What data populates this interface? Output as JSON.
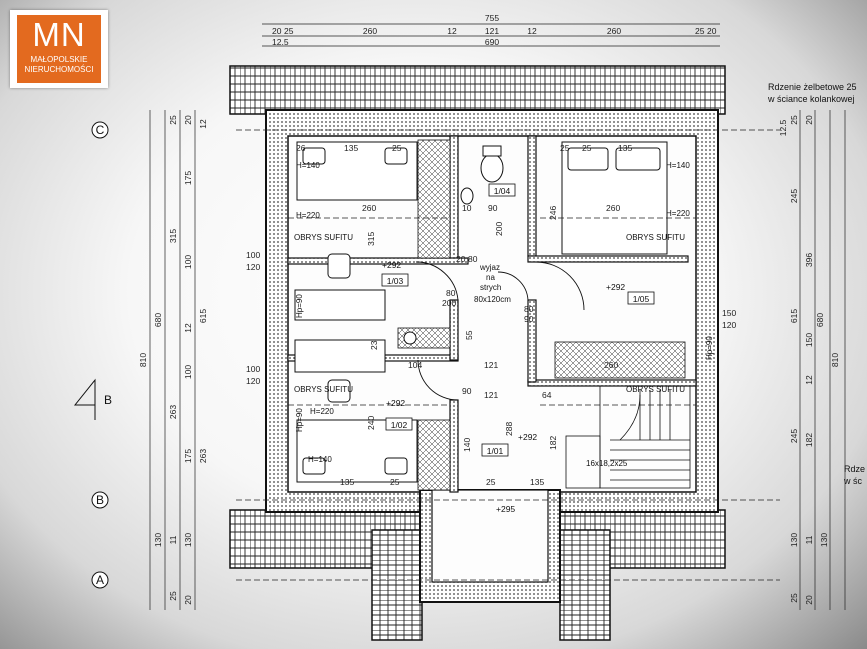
{
  "logo": {
    "mark": "MN",
    "line1": "MAŁOPOLSKIE",
    "line2": "NIERUCHOMOŚCI",
    "color": "#e36a1f"
  },
  "axes": {
    "c": "C",
    "b": "B",
    "a": "A",
    "section": "B"
  },
  "notes": {
    "top_right_1": "Rdzenie żelbetowe 25",
    "top_right_2": "w ściance kolankowej",
    "right_1": "Rdze",
    "right_2": "w śc"
  },
  "top_dims": {
    "total": "755",
    "seg": [
      "20",
      "25",
      "260",
      "12",
      "121",
      "12",
      "260",
      "25",
      "20"
    ],
    "inner": "690",
    "small": "12.5"
  },
  "left_dims": {
    "outer": "810",
    "mid": "680",
    "a": [
      "315",
      "175",
      "100",
      "12",
      "100",
      "263",
      "175"
    ],
    "b": [
      "25",
      "20",
      "12"
    ],
    "bottom": [
      "130",
      "11",
      "130",
      "25",
      "20"
    ],
    "c": "615",
    "d": "263"
  },
  "right_dims": {
    "outer": "810",
    "mid": "680",
    "a": [
      "245",
      "396",
      "615",
      "150",
      "12",
      "245",
      "182"
    ],
    "b": [
      "25",
      "20",
      "12.5"
    ],
    "bottom": [
      "130",
      "11",
      "130",
      "25",
      "20"
    ]
  },
  "rooms": {
    "r103": {
      "id": "1/03",
      "level": "+292"
    },
    "r104": {
      "id": "1/04"
    },
    "r105": {
      "id": "1/05",
      "level": "+292"
    },
    "r102": {
      "id": "1/02",
      "level": "+292"
    },
    "r101": {
      "id": "1/01",
      "level": "+292"
    },
    "balcony": {
      "level": "+295"
    }
  },
  "labels": {
    "obrys_suf": "OBRYS SUFITU",
    "obrys_suf2": "OBRYS SUFITU",
    "obrys_suf3": "OBRYS SUFITU",
    "obrys_suf4": "OBRYS SUFITU",
    "wyjazd1": "wyjaz",
    "wyjazd2": "na",
    "wyjazd3": "strych",
    "wyjazd4": "80x120cm",
    "stairs": "16x18,2x25",
    "h140a": "H=140",
    "h140b": "H=140",
    "h140c": "H=140",
    "h220a": "H=220",
    "h220b": "H=220",
    "h220c": "H=220",
    "hp90a": "Hp=90",
    "hp90b": "Hp=90",
    "hp90c": "Hp=90"
  },
  "inner_dims": {
    "d26a": "26",
    "d135a": "135",
    "d25a": "25",
    "d260a": "260",
    "d25b": "25",
    "d135b": "135",
    "d25c": "25",
    "d260b": "260",
    "d90a": "90",
    "d10a": "10",
    "d246": "246",
    "d200a": "200",
    "d80a": "80",
    "d80b": "80",
    "d200b": "200",
    "d80c": "80",
    "d90b": "90",
    "d100a": "100",
    "d120a": "120",
    "d100b": "100",
    "d120b": "120",
    "d150": "150",
    "d120c": "120",
    "d104": "104",
    "d121a": "121",
    "d121b": "121",
    "d64": "64",
    "d90c": "90",
    "d260c": "260",
    "d140": "140",
    "d288": "288",
    "d182": "182",
    "d135c": "135",
    "d135d": "135",
    "d25d": "25",
    "d25e": "25",
    "d240": "240",
    "d315": "315",
    "d55": "55",
    "d20a": "20",
    "d23": "23"
  }
}
